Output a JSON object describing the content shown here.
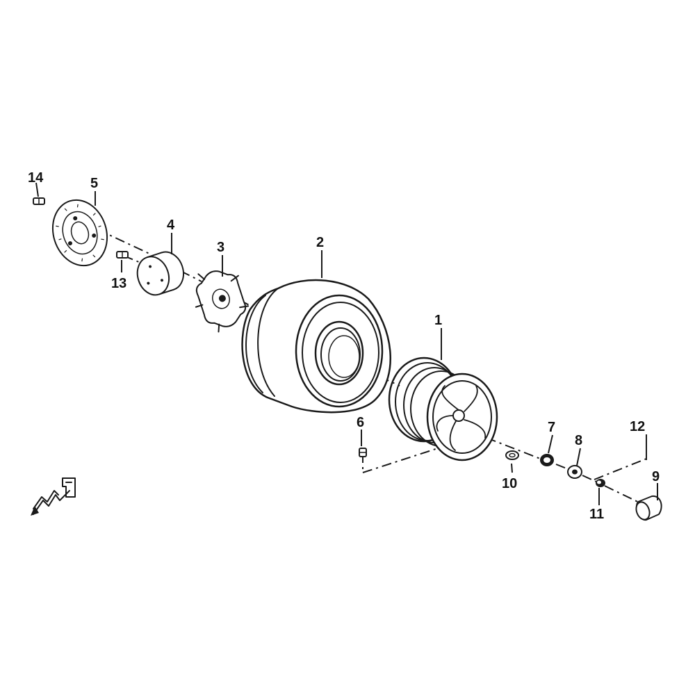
{
  "colors": {
    "line": "#1a1a1a",
    "background": "#ffffff",
    "label": "#111111"
  },
  "callouts": [
    {
      "id": "1",
      "text": "1"
    },
    {
      "id": "2",
      "text": "2"
    },
    {
      "id": "3",
      "text": "3"
    },
    {
      "id": "4",
      "text": "4"
    },
    {
      "id": "5",
      "text": "5"
    },
    {
      "id": "6",
      "text": "6"
    },
    {
      "id": "7",
      "text": "7"
    },
    {
      "id": "8",
      "text": "8"
    },
    {
      "id": "9",
      "text": "9"
    },
    {
      "id": "10",
      "text": "10"
    },
    {
      "id": "11",
      "text": "11"
    },
    {
      "id": "12",
      "text": "12"
    },
    {
      "id": "13",
      "text": "13"
    },
    {
      "id": "14",
      "text": "14"
    }
  ],
  "icons": [
    "front-direction-arrow-icon"
  ]
}
